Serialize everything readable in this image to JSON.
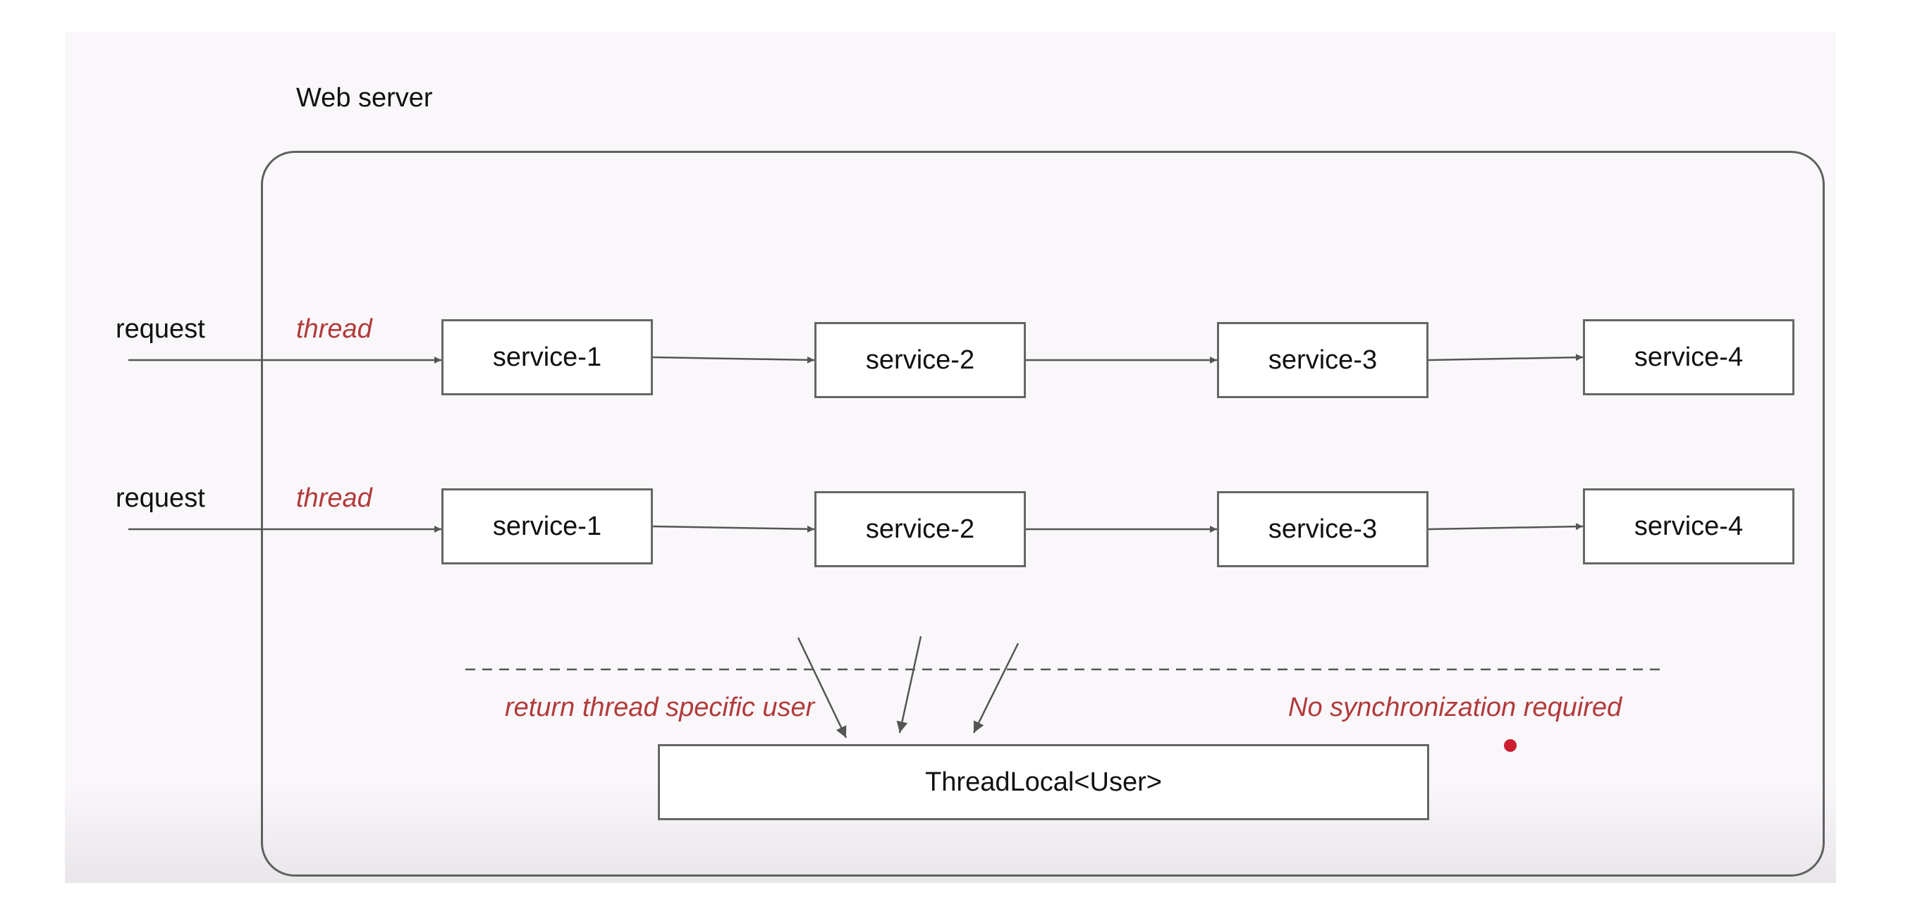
{
  "title": "Web server",
  "rows": [
    {
      "request_label": "request",
      "thread_label": "thread",
      "services": [
        "service-1",
        "service-2",
        "service-3",
        "service-4"
      ]
    },
    {
      "request_label": "request",
      "thread_label": "thread",
      "services": [
        "service-1",
        "service-2",
        "service-3",
        "service-4"
      ]
    }
  ],
  "annotations": {
    "left": "return thread specific user",
    "right": "No synchronization required"
  },
  "threadlocal_label": "ThreadLocal<User>",
  "colors": {
    "accent": "#b23a3a",
    "stroke": "#666666",
    "dot": "#cc1f2f"
  }
}
